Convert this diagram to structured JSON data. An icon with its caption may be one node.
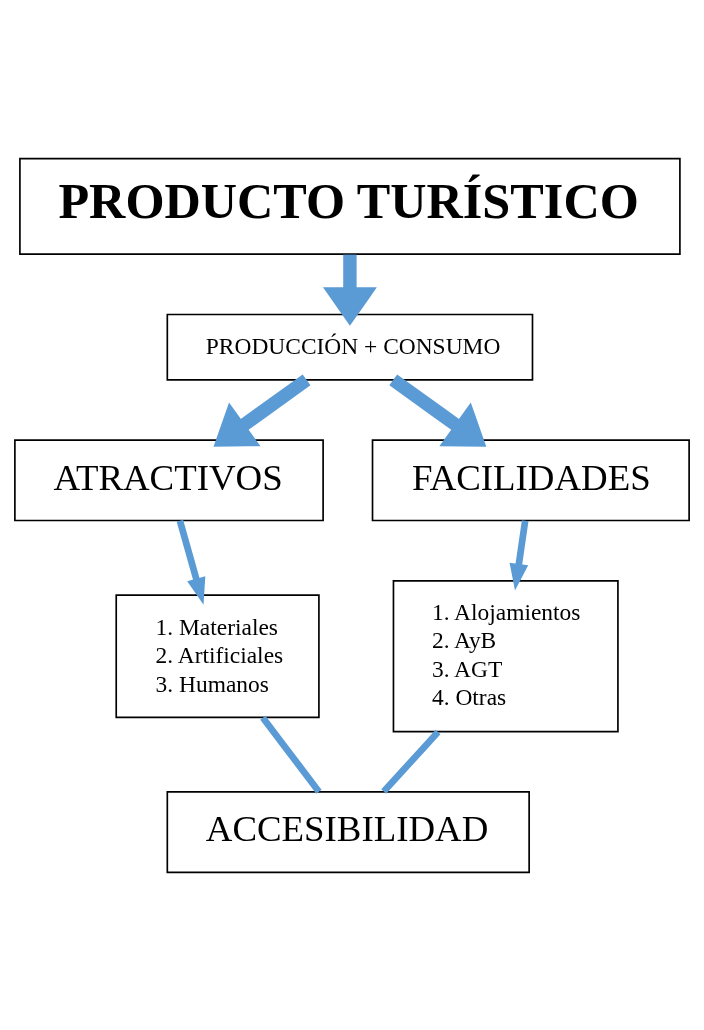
{
  "diagram": {
    "nodes": [
      {
        "text": [
          "PRODUCTO TURÍSTICO"
        ]
      },
      {
        "text": [
          "PRODUCCIÓN + CONSUMO"
        ]
      },
      {
        "text": [
          "ATRACTIVOS"
        ]
      },
      {
        "text": [
          "FACILIDADES"
        ]
      },
      {
        "text": [
          "1. Materiales",
          "2. Artificiales",
          "3. Humanos"
        ]
      },
      {
        "text": [
          "1. Alojamientos",
          "2. AyB",
          "3. AGT",
          "4. Otras"
        ]
      },
      {
        "text": [
          "ACCESIBILIDAD"
        ]
      }
    ],
    "edges": [
      {
        "from": 0,
        "to": 1,
        "arrow": "to",
        "style": "thick"
      },
      {
        "from": 1,
        "to": 2,
        "arrow": "to",
        "style": "thick"
      },
      {
        "from": 1,
        "to": 3,
        "arrow": "to",
        "style": "thick"
      },
      {
        "from": 2,
        "to": 4,
        "arrow": "to"
      },
      {
        "from": 3,
        "to": 5,
        "arrow": "to"
      },
      {
        "from": 4,
        "to": 6,
        "arrow": "none"
      },
      {
        "from": 5,
        "to": 6,
        "arrow": "none"
      }
    ]
  }
}
